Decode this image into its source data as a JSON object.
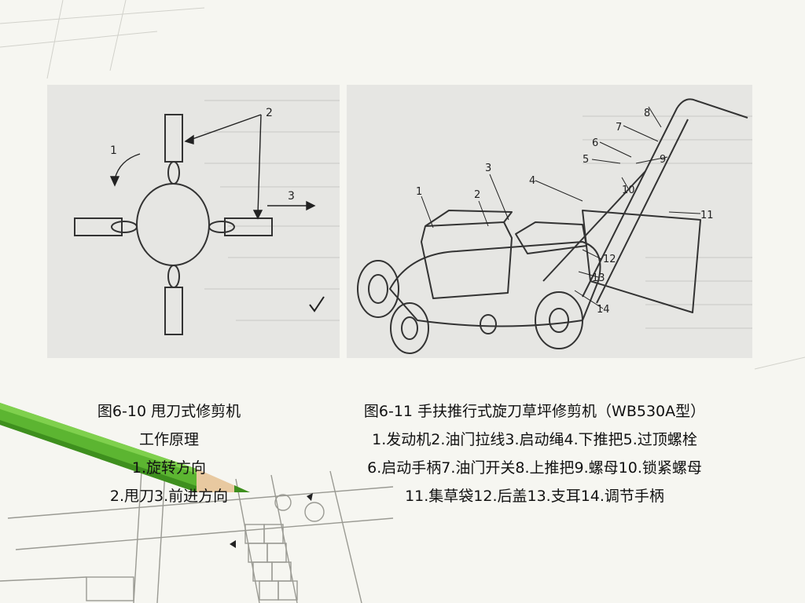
{
  "figure_left": {
    "labels": [
      "1",
      "2",
      "3"
    ]
  },
  "figure_right": {
    "labels": [
      "1",
      "2",
      "3",
      "4",
      "5",
      "6",
      "7",
      "8",
      "9",
      "10",
      "11",
      "12",
      "13",
      "14"
    ]
  },
  "caption_left": {
    "line1": "图6-10   甩刀式修剪机",
    "line2": "工作原理",
    "line3": "1.旋转方向",
    "line4": "2.甩刀3.前进方向"
  },
  "caption_right": {
    "line1": "图6-11   手扶推行式旋刀草坪修剪机（WB530A型）",
    "line2": "1.发动机2.油门拉线3.启动绳4.下推把5.过顶螺栓",
    "line3": "6.启动手柄7.油门开关8.上推把9.螺母10.锁紧螺母",
    "line4": "11.集草袋12.后盖13.支耳14.调节手柄"
  },
  "colors": {
    "background": "#f6f6f1",
    "figure_bg": "#e6e6e3",
    "pencil_green": "#5cb531"
  }
}
